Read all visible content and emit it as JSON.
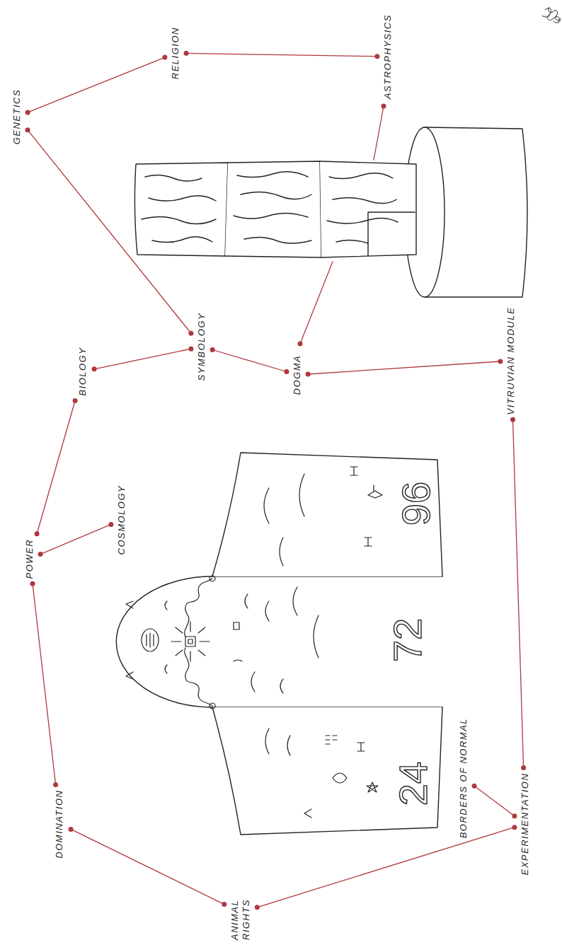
{
  "diagram": {
    "nodes": [
      {
        "text": [
          "GENETICS"
        ]
      },
      {
        "text": [
          "RELIGION"
        ]
      },
      {
        "text": [
          "ASTROPHYSICS"
        ]
      },
      {
        "text": [
          "BIOLOGY"
        ]
      },
      {
        "text": [
          "SYMBOLOGY"
        ]
      },
      {
        "text": [
          "DOGMA"
        ]
      },
      {
        "text": [
          "VITRUVIAN MODULE"
        ]
      },
      {
        "text": [
          "POWER"
        ]
      },
      {
        "text": [
          "COSMOLOGY"
        ]
      },
      {
        "text": [
          "DOMINATION"
        ]
      },
      {
        "text": [
          "BORDERS OF NORMAL"
        ]
      },
      {
        "text": [
          "EXPERIMENTATION"
        ]
      },
      {
        "text": [
          "ANIMAL RIGHTS"
        ]
      }
    ],
    "edges": [
      {
        "from": 0,
        "to": 1,
        "arrow": "none"
      },
      {
        "from": 1,
        "to": 2,
        "arrow": "none"
      },
      {
        "from": 0,
        "to": 4,
        "arrow": "none"
      },
      {
        "from": 3,
        "to": 4,
        "arrow": "none"
      },
      {
        "from": 4,
        "to": 5,
        "arrow": "none"
      },
      {
        "from": 5,
        "to": 6,
        "arrow": "none"
      },
      {
        "from": 3,
        "to": 7,
        "arrow": "none"
      },
      {
        "from": 7,
        "to": 8,
        "arrow": "none"
      },
      {
        "from": 7,
        "to": 9,
        "arrow": "none"
      },
      {
        "from": 9,
        "to": 12,
        "arrow": "none"
      },
      {
        "from": 12,
        "to": 11,
        "arrow": "none"
      },
      {
        "from": 11,
        "to": 10,
        "arrow": "none"
      },
      {
        "from": 11,
        "to": 6,
        "arrow": "none"
      }
    ],
    "labels": [
      "96",
      "72",
      "24"
    ]
  }
}
